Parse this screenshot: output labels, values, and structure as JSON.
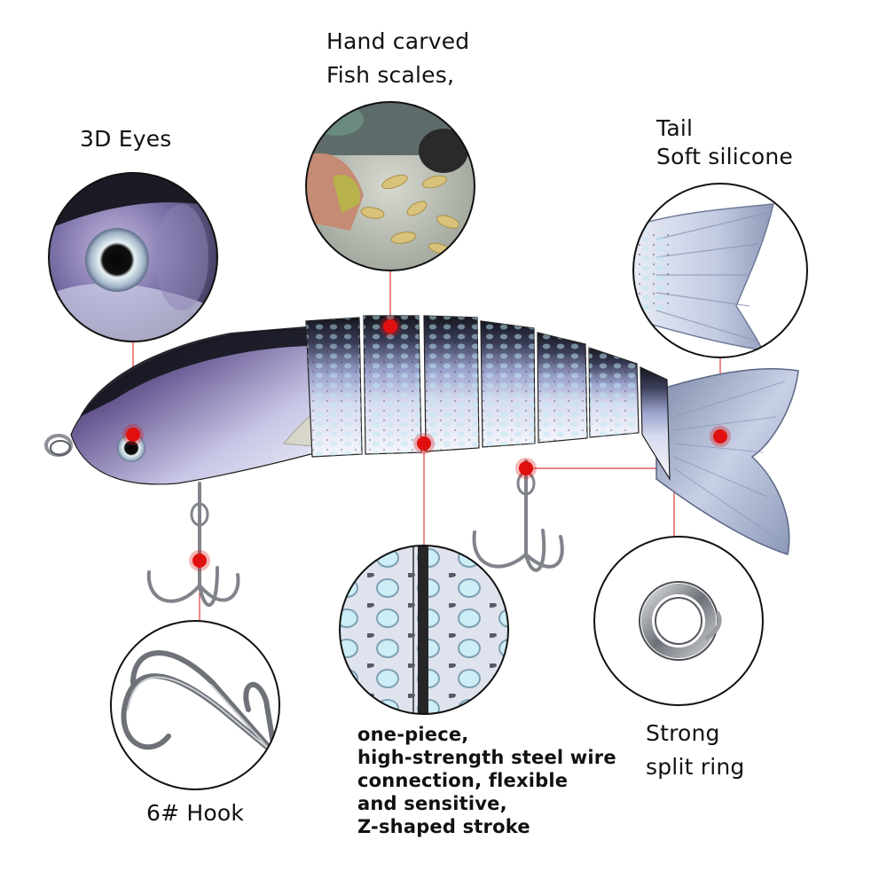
{
  "callouts": {
    "eyes": {
      "label": "3D Eyes"
    },
    "scales": {
      "line1": "Hand carved",
      "line2": "Fish scales,"
    },
    "tail": {
      "line1": "Tail",
      "line2": "Soft silicone"
    },
    "hook": {
      "label": "6# Hook"
    },
    "wire": {
      "lines": [
        "one-piece,",
        "high-strength steel wire",
        "connection, flexible",
        "and sensitive,",
        "Z-shaped stroke"
      ]
    },
    "ring": {
      "line1": "Strong",
      "line2": "split ring"
    }
  },
  "colors": {
    "marker": "#e01010",
    "leader_line": "#e03030",
    "circle_border": "#111111",
    "lure_back": "#1b1c2a",
    "lure_side": "#aeb4d8",
    "lure_belly": "#f2f3fa",
    "scale_spot": "#b9e6f3",
    "hook_metal": "#8a8d93"
  },
  "icons": [
    "fishing-lure-illustration",
    "treble-hook-icon",
    "split-ring-icon",
    "eye-closeup-image",
    "workshop-photo",
    "tail-closeup-image",
    "scale-closeup-image"
  ]
}
